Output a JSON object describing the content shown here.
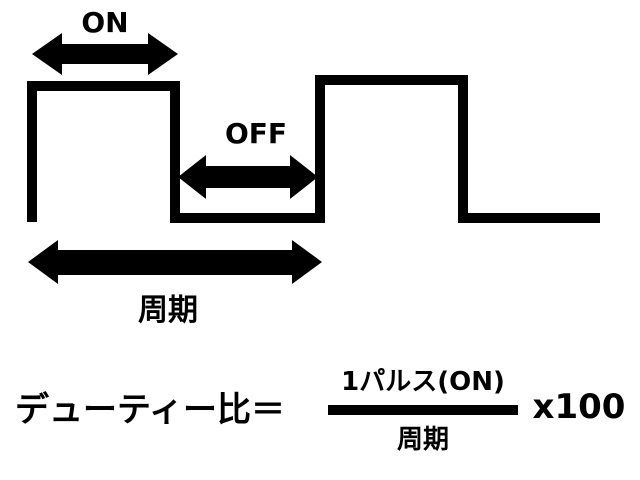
{
  "labels": {
    "on": "ON",
    "off": "OFF",
    "period": "周期"
  },
  "formula": {
    "left_side": "デューティー比＝",
    "numerator": "1パルス(ON)",
    "denominator": "周期",
    "multiplier": "x100"
  },
  "colors": {
    "stroke": "#000000",
    "background": "#ffffff"
  }
}
